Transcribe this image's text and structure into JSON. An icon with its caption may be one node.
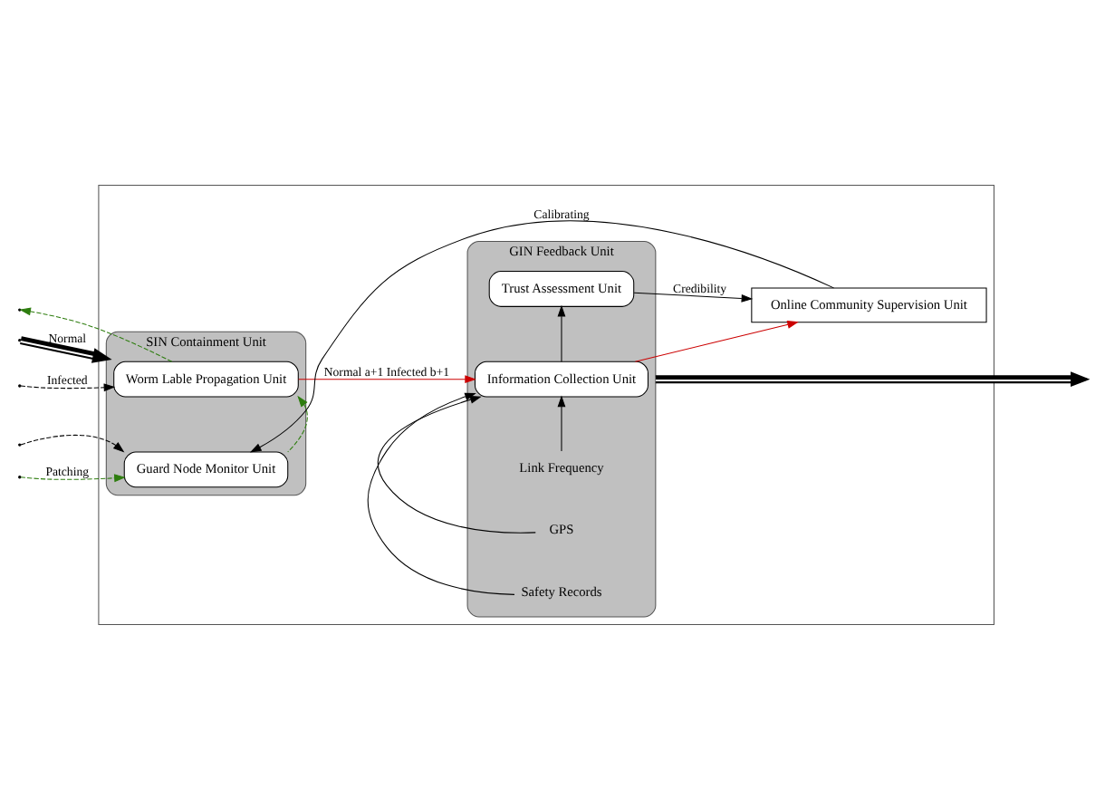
{
  "diagram": {
    "nodes": [
      {
        "text": [],
        "shape": "box"
      },
      {
        "text": [
          "SIN Containment Unit"
        ],
        "in": 0
      },
      {
        "text": [
          "Worm Lable Propagation Unit"
        ],
        "in": 1
      },
      {
        "text": [
          "Guard Node Monitor Unit"
        ],
        "in": 1
      },
      {
        "text": [
          "GIN Feedback Unit"
        ],
        "in": 0
      },
      {
        "text": [
          "GPS"
        ],
        "in": 4
      },
      {
        "text": [
          "Information Collection Unit"
        ],
        "in": 4
      },
      {
        "text": [
          "Safety Records"
        ],
        "in": 4
      },
      {
        "text": [
          "Link Frequency"
        ],
        "in": 4
      },
      {
        "text": [
          "Trust Assessment Unit"
        ],
        "in": 4
      },
      {
        "text": [
          "Online Community Supervision Unit"
        ],
        "in": 0
      }
    ],
    "edges": [
      {
        "from": 2,
        "to": null,
        "arrow": "to",
        "style": "dashed",
        "color": "#2e7d0f"
      },
      {
        "from": null,
        "to": 1,
        "arrow": "to",
        "label": "Normal",
        "style": "thick",
        "color": "#ffffff"
      },
      {
        "from": null,
        "to": 2,
        "arrow": "to",
        "label": "Infected",
        "style": "dashed"
      },
      {
        "from": null,
        "to": 3,
        "arrow": "to",
        "style": "dashed"
      },
      {
        "from": 3,
        "to": 2,
        "arrow": "to",
        "style": "dashed",
        "color": "#2e7d0f"
      },
      {
        "from": null,
        "to": 3,
        "arrow": "to",
        "label": "Patching",
        "style": "dashed",
        "color": "#2e7d0f"
      },
      {
        "from": 2,
        "to": 6,
        "arrow": "to",
        "label": "Normal a+1 Infected b+1",
        "color": "#cc0000"
      },
      {
        "from": 5,
        "to": 6,
        "arrow": "to"
      },
      {
        "from": 7,
        "to": 6,
        "arrow": "to"
      },
      {
        "from": 8,
        "to": 6,
        "arrow": "to"
      },
      {
        "from": 6,
        "to": 9,
        "arrow": "to"
      },
      {
        "from": 9,
        "to": 10,
        "arrow": "to",
        "label": "Credibility"
      },
      {
        "from": 10,
        "to": 3,
        "arrow": "to",
        "label": "Calibrating"
      },
      {
        "from": 6,
        "to": 10,
        "arrow": "to",
        "color": "#cc0000"
      },
      {
        "from": 4,
        "to": null,
        "arrow": "to",
        "style": "thick",
        "color": "#ffffff"
      }
    ]
  }
}
